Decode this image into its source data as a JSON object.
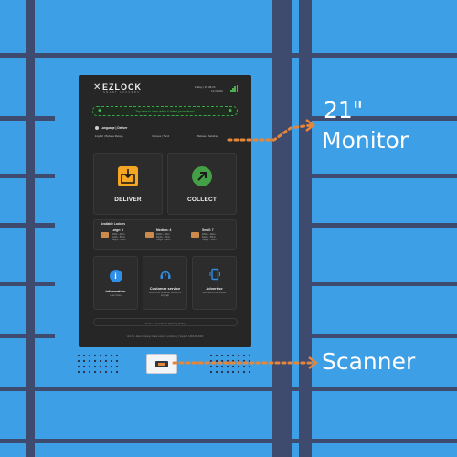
{
  "callouts": {
    "monitor_size": "21\"",
    "monitor": "Monitor",
    "scanner": "Scanner"
  },
  "colors": {
    "locker_blue": "#3d9fe6",
    "frame_navy": "#3e4a6e",
    "accent_orange": "#e5873a",
    "screen_bg": "#262626",
    "deliver_orange": "#f5a623",
    "collect_green": "#43a047",
    "info_blue": "#2e8ee8"
  },
  "screen": {
    "logo": {
      "icon": "cross-mark-icon",
      "name": "EZLOCK",
      "tagline": "SMART LOCKERS"
    },
    "header": {
      "date": "Friday | 25.08.23",
      "time": "12:30 AM",
      "signal_icon": "signal-bars-icon"
    },
    "promo": {
      "text": "Tap here to view video & latest promotions!",
      "icon": "eye-icon"
    },
    "language": {
      "label": "Language | Deliver",
      "options": [
        "English | Bahasa Melayu",
        "Chinese | Tamil",
        "Bahasa | Sabahan"
      ]
    },
    "actions": {
      "deliver": {
        "label": "DELIVER",
        "icon": "inbox-tray-icon"
      },
      "collect": {
        "label": "COLLECT",
        "icon": "arrow-up-right-icon"
      }
    },
    "available": {
      "title": "Available Lockers",
      "sizes": [
        {
          "name": "Large: 3",
          "dims": [
            "Width - 40cm",
            "Depth - 55cm",
            "Height - 60cm"
          ]
        },
        {
          "name": "Medium: 4",
          "dims": [
            "Width - 40cm",
            "Depth - 55cm",
            "Height - 30cm"
          ]
        },
        {
          "name": "Small: 7",
          "dims": [
            "Width - 40cm",
            "Depth - 55cm",
            "Height - 15cm"
          ]
        }
      ]
    },
    "tiles": [
      {
        "label": "Information",
        "desc": "Learn more",
        "icon": "info-icon"
      },
      {
        "label": "Customer service",
        "desc": "Contact our Customer Service for any help",
        "icon": "headset-icon"
      },
      {
        "label": "Advertise",
        "desc": "Advertise on this screen",
        "icon": "mobile-phone-icon"
      }
    ],
    "footer": {
      "links": "Terms & Conditions   |   Privacy Policy",
      "address": "Unit No. Jalan Ampang, Kuala Lumpur | ezlock.my | Support 1-800-88-0000"
    }
  }
}
